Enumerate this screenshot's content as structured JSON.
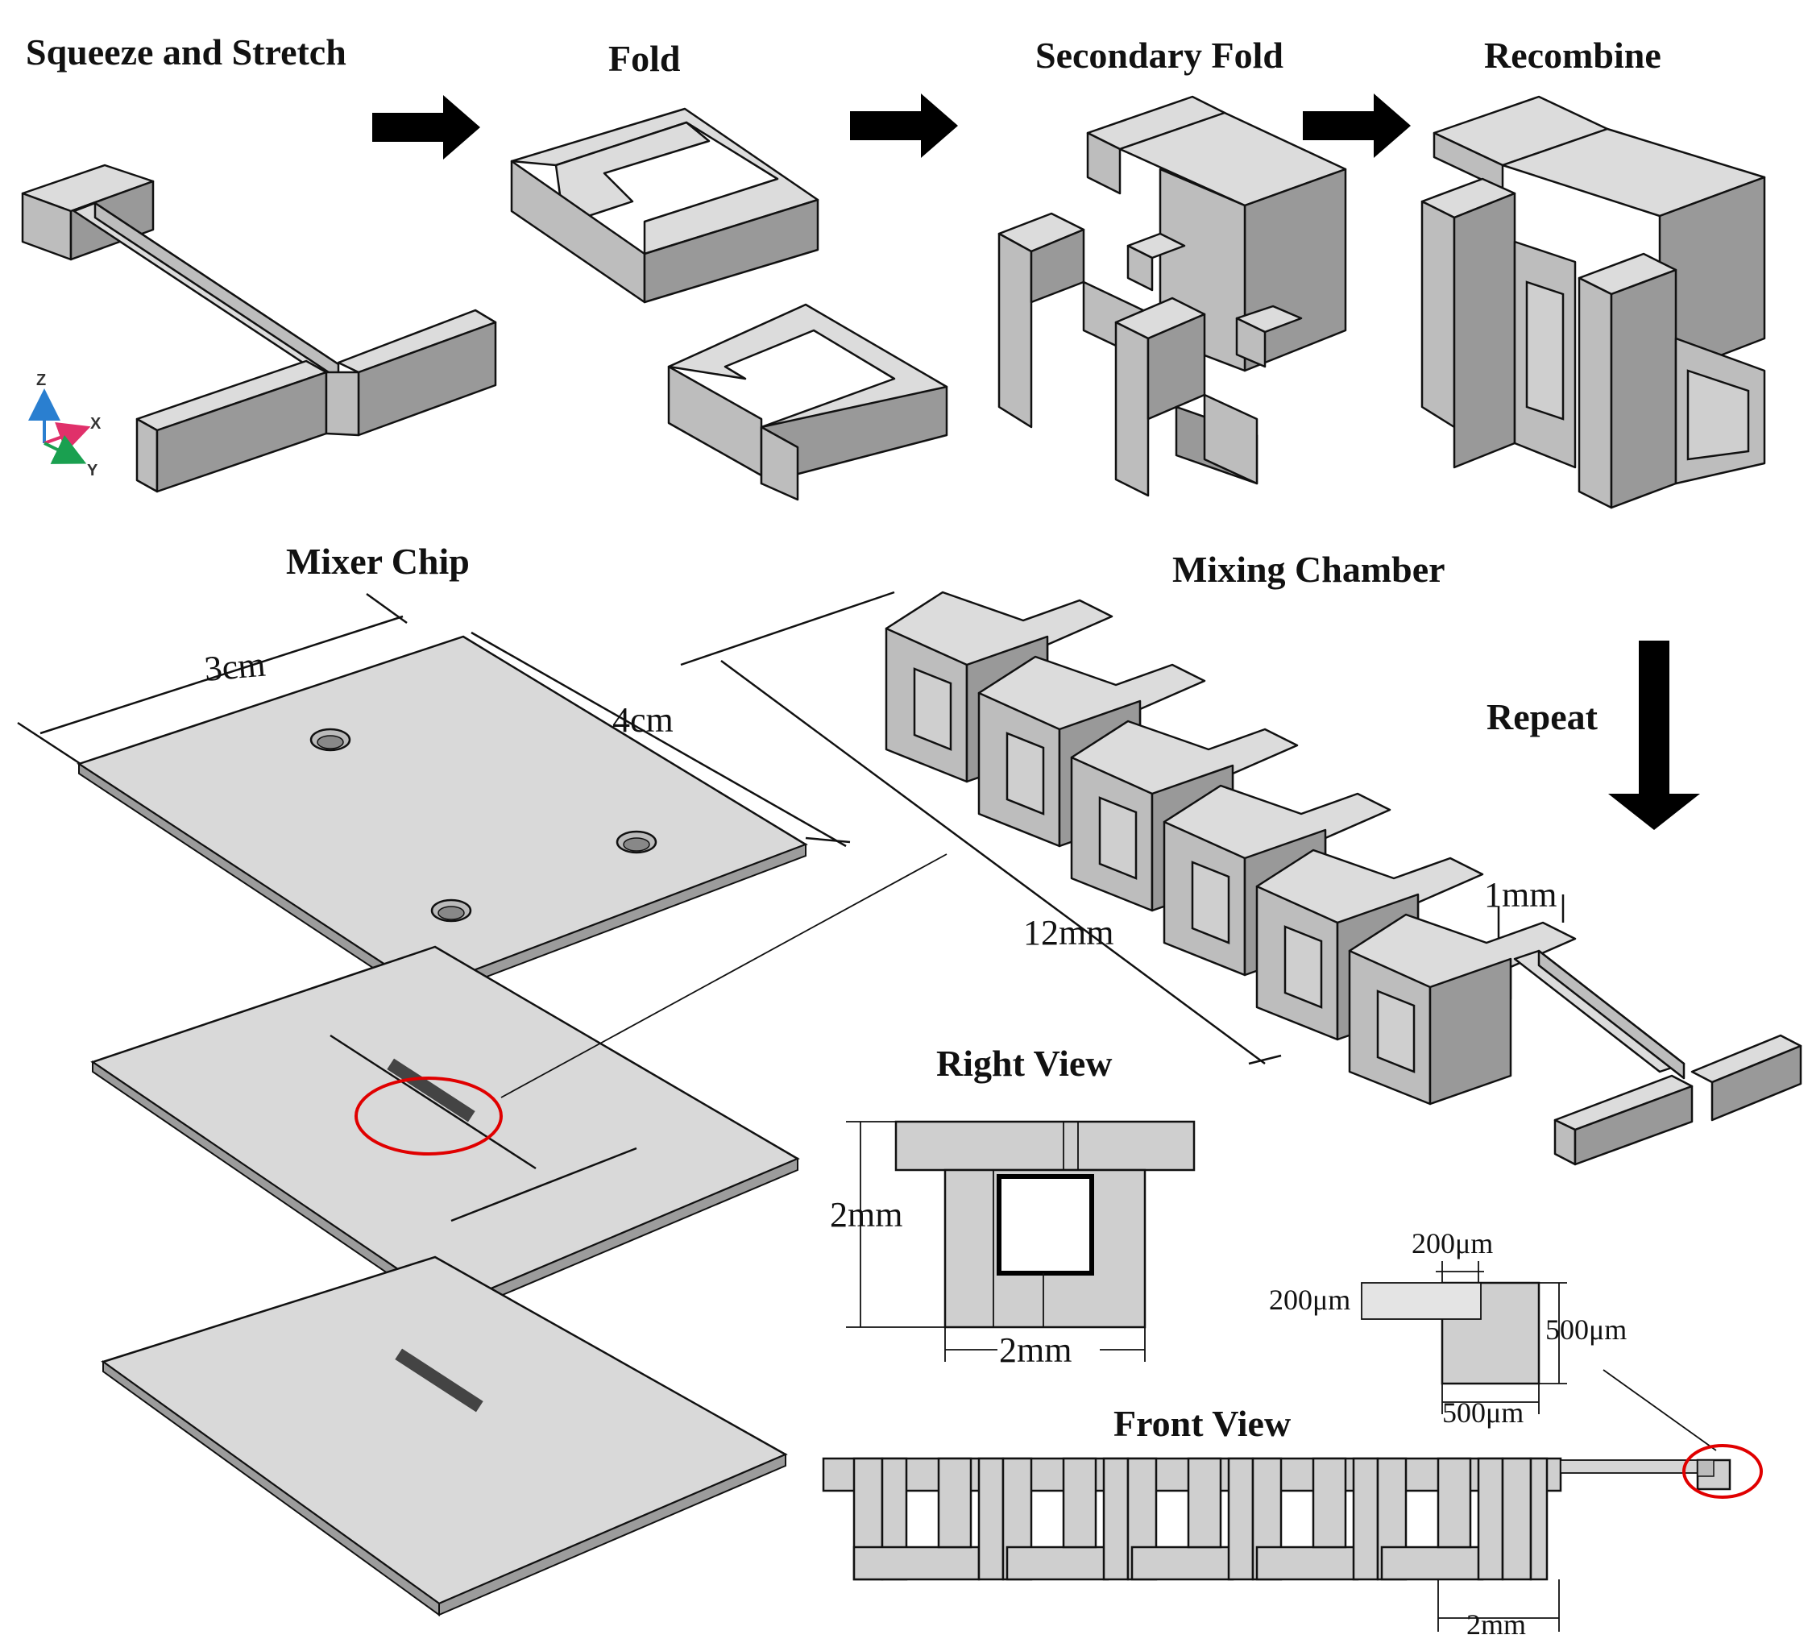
{
  "stages": {
    "squeeze": "Squeeze and Stretch",
    "fold": "Fold",
    "secondary_fold": "Secondary Fold",
    "recombine": "Recombine"
  },
  "axes": {
    "z": "Z",
    "x": "X",
    "y": "Y"
  },
  "mixer_chip": {
    "title": "Mixer Chip",
    "width_label": "3cm",
    "length_label": "4cm"
  },
  "mixing_chamber": {
    "title": "Mixing Chamber",
    "repeat_label": "Repeat",
    "length_label": "12mm",
    "width_label": "1mm"
  },
  "right_view": {
    "title": "Right View",
    "height_label": "2mm",
    "width_label": "2mm"
  },
  "front_view": {
    "title": "Front View",
    "pitch_label": "2mm"
  },
  "detail": {
    "channel_width": "200μm",
    "channel_height": "200μm",
    "block_height": "500μm",
    "block_width": "500μm"
  },
  "colors": {
    "accent": "#e00000",
    "block_top": "#dcdcdc",
    "block_side": "#bdbdbd"
  }
}
